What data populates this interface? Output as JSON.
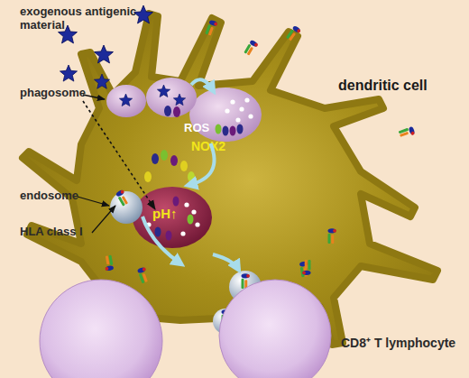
{
  "diagram": {
    "nodes": [
      {
        "text": [
          "dendritic cell"
        ]
      },
      {
        "text": [
          "ROS",
          "NOX2"
        ],
        "in": 0
      },
      {
        "text": [
          "pH↑"
        ],
        "in": 0
      }
    ],
    "edges": [
      {
        "from": 1,
        "to": 2,
        "arrow": "to"
      }
    ],
    "labels": [
      "exogenous antigenic material",
      "phagosome",
      "endosome",
      "HLA class I",
      "CD8⁺ T lymphocyte"
    ]
  }
}
